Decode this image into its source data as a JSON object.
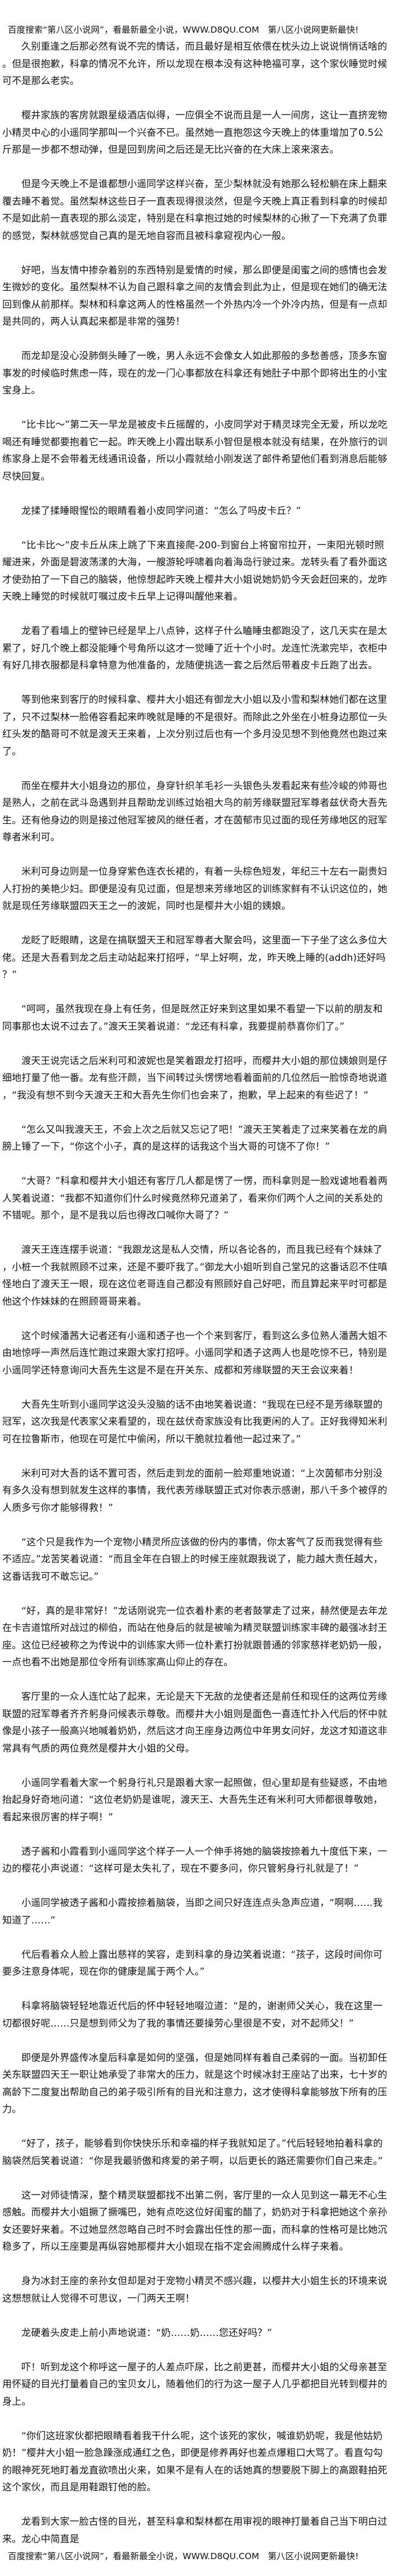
{
  "banner": "百度搜索“第八区小说网”，看最新最全小说，WWW.D8QU.COM　第八区小说网更新最快!",
  "paragraphs": [
    "久别重逢之后那必然有说不完的情话，而且最好是相互依偎在枕头边上说说悄悄话啥的。但是很抱歉，科拿的情况不允许，所以龙现在根本没有这种艳福可享，这个家伙睡觉时候可不是那么老实。",
    "樱井家族的客房就跟星级酒店似得，一应俱全不说而且是一人一间房，这让一直挤宠物小精灵中心的小遥同学那叫一个兴奋不已。虽然她一直抱怨这今天晚上的体重增加了0.5公斤那是一步都不想动弹，但是回到房间之后还是无比兴奋的在大床上滚来滚去。",
    "但是今天晚上不是谁都想小遥同学这样兴奋，至少梨林就没有她那么轻松躺在床上翻来覆去睡不着觉。虽然梨林这些日子一直表现得很淡然，但是今天晚上真正看到科拿的时候却不是如此前一直表现的那么淡定，特别是在科拿抱过她的时候梨林的心揪了一下充满了负罪的感觉，梨林就感觉自己真的是无地自容而且被科拿窥视内心一般。",
    "好吧，当友情中掺杂着别的东西特别是爱情的时候，那么即便是闺蜜之间的感情也会发生微妙的变化。虽然梨林不认为自己跟科拿之间的友情会到此为止，但是现在她们的确无法回到像从前那样。梨林和科拿这两人的性格虽然一个外热内冷一个外冷内热，但是有一点却是共同的，两人认真起来都是非常的强势！",
    "而龙却是没心没肺倒头睡了一晚，男人永远不会像女人如此那般的多愁善感，顶多东窗事发的时候临时焦虑一阵，现在的龙一门心事都放在科拿还有她肚子中那个即将出生的小宝宝身上。",
    "“比卡比～”第二天一早龙是被皮卡丘摇醒的，小皮同学对于精灵球完全无爱，所以龙吃喝还有睡觉都要抱着它一起。昨天晚上小霞出联系小智但是根本就没有结果，在外旅行的训练家身上是不会带着无线通讯设备，所以小霞就给小刚发送了邮件希望他们看到消息后能够尽快回复。",
    "龙揉了揉睡眼惺忪的眼睛看着小皮同学问道：“怎么了吗皮卡丘？”",
    "“比卡比～”皮卡丘从床上跳了下来直接爬-200-到窗台上将窗帘拉开，一束阳光顿时照耀进来，外面是碧波荡漾的大海，一艘游轮呼啸着向着海岛行驶过来。龙转头看了看外面这才使劲拍了一下自己的脑袋，他惊想起昨天晚上樱井大小姐说她奶奶今天会赶回来的，龙昨天晚上睡觉的时候就叮嘱过皮卡丘早上记得叫醒他来着。",
    "龙看了看墙上的壁钟已经是早上八点钟，这样子什么瞌睡虫都跑没了，这几天实在是太累了，好几个晚上都没能睡个号角所以这才一觉睡了近十个小时。龙连忙洗漱完毕，衣柜中有好几排衣服都是科拿特意为他准备的，龙随便挑选一套之后然后带着皮卡丘跑了出去。",
    "等到他来到客厅的时候科拿、樱井大小姐还有御龙大小姐以及小雪和梨林她们都在这里了，只不过梨林一脸倦容看起来昨晚就是睡的不是很好。而除此之外坐在小桩身边那位一头红头发的酷哥可不就是渡天王来着，上次分别过后也有一个多月没见想不到他竟然也跑过来了。",
    "而坐在樱井大小姐身边的那位，身穿针织羊毛衫一头银色头发看起来有些冷峻的帅哥也是熟人，之前在武斗岛遇到并且帮助龙训练过始祖大鸟的前芳缘联盟冠军尊者兹伏奇大吾先生。还有他身边的则是接过他冠军披风的继任者，才在茵郁市见过面的现任芳缘地区的冠军尊者米利可。",
    "米利可身边则是一位身穿紫色连衣长裙的，有着一头棕色短发，年纪三十左右一副贵妇人打扮的美艳少妇。即便是没有见过面，但是想来芳缘地区的训练家鲜有不认识这位的，她就是现任芳缘联盟四天王之一的波妮，同时也是樱井大小姐的姨娘。",
    "龙眨了眨眼睛，这是在搞联盟天王和冠军尊者大聚会吗，这里面一下子坐了这么多位大佬。还是大吾看到龙之后主动站起来打招呼，“早上好啊，龙，昨天晚上睡的(addh)还好吗？”",
    "“呵呵，虽然我现在身上有任务，但是既然正好来到这里如果不看望一下以前的朋友和同事那也太说不过去了。”渡天王笑着说道：“龙还有科拿，我要提前恭喜你们了。”",
    "渡天王说完话之后米利可和波妮也是笑着跟龙打招呼，而樱井大小姐的那位姨娘则是仔细地打量了他一番。龙有些汗颜，当下间转过头愣愣地看着面前的几位然后一脸惊奇地说道，“我没有想不到今天渡天王和大吾先生你们也会来了，抱歉，早上起来的有些迟了！”",
    "“怎么又叫我渡天王，不会上次之后就又忘记了吧！”渡天王笑着走了过来笑着在龙的肩膀上锤了一下，“你这个小子，真的是这样的话我这个当大哥的可饶不了你！”",
    "“大哥？”科拿和樱井大小姐还有客厅几人都是愣了一愣，而科拿则是一脸戏谑地看着两人笑着说道：“我都不知道你们什么时候竟然称兄道弟了，看来你们两个人之间的关系处的不错呢。那个，是不是我以后也得改口喊你大哥了？”",
    "渡天王连连摆手说道：“我跟龙这是私人交情，所以各论各的，而且我已经有个妹妹了，小桩一个我就照顾不过来，还是不要吓我了。”御龙大小姐听到自己堂兄的这番话忍不住嗔怪地白了渡天王一眼，现在这位老哥连自己都没有照顾好自己好吧，而且算起来平时可都是他这个作妹妹的在照顾哥哥来着。",
    "这个时候潘茜大记者还有小遥和透子也一个个来到客厅，看到这么多位熟人潘茜大姐不由地惊呼一声然后连忙跑过来跟大家打招呼。小遥同学和透子这两人也是吃惊不已，特别是小遥同学还特意询问大吾先生这是不是在开关东、成都和芳缘联盟的天王会议来着！",
    "大吾先生听到小遥同学这没头没脑的话不由地笑着说道：“我现在已经不是芳缘联盟的冠军，这次我是代表家父来看望的，现在兹伏奇家族没有比我更闲的人了。正好我得知米利可在拉鲁斯市，他现在可是忙中偷闲，所以干脆就拉着他一起过来了。”",
    "米利可对大吾的话不置可否，然后走到龙的面前一脸郑重地说道：“上次茵郁市分别没有多久没有想到就发生这样的事情，我代表芳缘联盟正式对你表示感谢，那八千多个被俘的人质多亏你才能够得救！”",
    "“这个只是我作为一个宠物小精灵所应该做的份内的事情，你太客气了反而我觉得有些不适应。”龙苦笑着说道：“而且全年在白银上的时候王座就跟我说了，能力越大责任越大，这番话我可不敢忘记。”",
    "“好，真的是非常好！”龙话刚说完一位衣着朴素的老者鼓掌走了过来，赫然便是去年龙在卡吉道馆所对战过的柳伯，而站在他身后的就是被喻为精灵联盟训练家丰碑的最强冰封王座。这位已经被称之为传说中的训练家大师一位朴素打扮就跟普通的邻家慈祥老奶奶一般，一点也看不出她是那位令所有训练家高山仰止的存在。",
    "客厅里的一众人连忙站了起来，无论是天下无敌的龙使者还是前任和现任的这两位芳缘联盟的冠军尊者齐齐躬身问候表示尊敬。而樱井大小姐则是面色一喜连忙扑入代后的怀中就像是小孩子一般高兴地喊着奶奶，然后这才向王座身边两位中年男女问好，龙这才知道这非常具有气质的两位竟然是樱井大小姐的父母。",
    "小遥同学看着大家一个躬身行礼只是跟着大家一起照做，但心里却是有些疑惑，不由地抬起身好奇地问道：“这位老奶奶是谁呢，渡天王、大吾先生还有米利可大师都很尊敬她，看起来很厉害的样子啊！”",
    "透子酱和小霞看到小遥同学这个样子一人一个伸手将她的脑袋按捺着九十度低下来，一边的樱花小声说道：“这样可是太失礼了，现在不要多问，你只管躬身行礼就是了！”",
    "小遥同学被透子酱和小霞按捺着脑袋，当即之间只好连连点头急声应道，“啊啊……我知道了……”",
    "代后看着众人脸上露出慈祥的笑容，走到科拿的身边笑着说道：“孩子，这段时间你可要多注意身体呢，现在你的健康是属于两个人。”",
    "科拿将脑袋轻轻地靠近代后的怀中轻轻地啜泣道：“是的，谢谢师父关心，我在这里一切都很好呢……只是想到师父为了我的事情还要操劳心里很是不安，对不起师父！”",
    "即便是外界盛传冰皇后科拿是如何的坚强，但是她同样有着自己柔弱的一面。当初卸任关东联盟四天王一职让她承受了非常大的压力，就是这个时候冰封王座站了出来，七十岁的高龄下二度复出帮助自己的弟子吸引所有的目光和注意力，这才使得科拿能够放下所有的压力。",
    "“好了，孩子，能够看到你快快乐乐和幸福的样子我就知足了。”代后轻轻地拍着科拿的脑袋然后笑着说道：“你是我最骄傲和疼爱的弟子啊，以后更长的路还需要你们自己来走。”",
    "这一对师徒情深，整个精灵联盟都找不出第二例，客厅里的一众人见到这一幕无不心生感触。而樱井大小姐撅了撅嘴巴，她有点吃这位好闺蜜的醋了，奶奶对于科拿把她这个亲孙女还要好来着。不过她显然忽略自己时不时会露出任性的那一面，而科拿的性格可是比她沉稳多了，所以王座要是再纵容她那樱井大小姐现在指不定会闹腾成什么样子来着。",
    "身为冰封王座的亲孙女但却是对于宠物小精灵不感兴趣，以樱井大小姐生长的环境来说这想想就让人觉得不可思议，一门两天王啊！",
    "龙硬着头皮走上前小声地说道：“奶……奶……您还好吗？”",
    "吓！听到龙这个称呼这一屋子的人差点吓尿，比之前更甚，而樱井大小姐的父母亲甚至用怀疑的目光打量着自己的宝贝女儿，随着他们的行为这一屋子人几乎都把目光转到樱井的身上。",
    "“你们这班家伙都把眼睛看着我干什么呢，这个该死的家伙，喊谁奶奶呢，我是他姑奶奶！”樱井大小姐一脸急躁涨成通红之色，即便是修养再好也差点爆粗口大骂了。看直勾勾的眼神死死地盯着龙直欲喷出火来，如果不是有人在的话她真的想要脱下脚上的高跟鞋拍死这个家伙，而且是用鞋跟钉他的脸。",
    "龙看到大家一脸古怪的目光，甚至科拿和梨林都在用审视的眼神打量着自己当下明白过来。龙心中简直是"
  ],
  "footer": "百度搜索“第八区小说网”，看最新最全小说，WWW.D8QU.COM　第八区小说网更新最快!"
}
